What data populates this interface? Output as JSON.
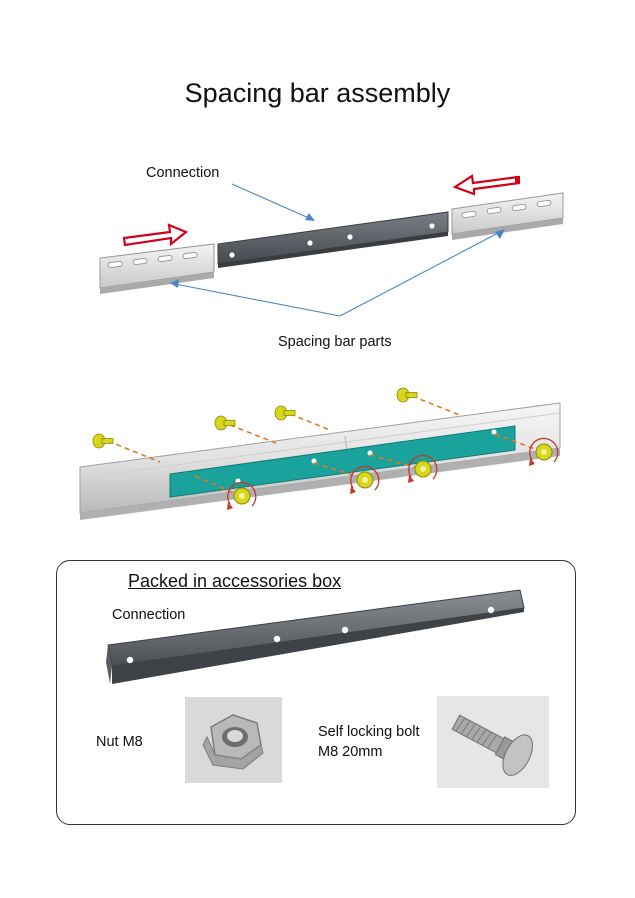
{
  "title": "Spacing bar assembly",
  "labels": {
    "connection_top": "Connection",
    "spacing_bar_parts": "Spacing bar parts"
  },
  "accessories": {
    "heading": "Packed in accessories box",
    "connection": "Connection",
    "nut": "Nut M8",
    "bolt_line1": "Self locking bolt",
    "bolt_line2": "M8 20mm"
  },
  "colors": {
    "arrow_red": "#d0021b",
    "leader_blue": "#4a86c5",
    "connector_plate": "#5a5d63",
    "teal_plate": "#1aa39c",
    "bolt_yellow": "#d8d61a",
    "dash_orange": "#e07a1f"
  }
}
